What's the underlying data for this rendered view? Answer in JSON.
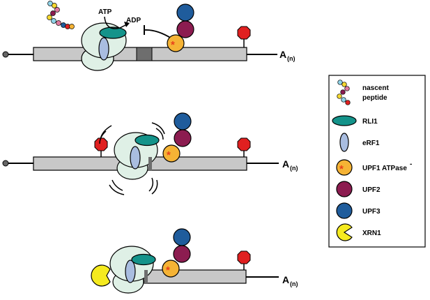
{
  "panel1": {
    "atp_label": "ATP",
    "adp_label": "ADP",
    "polya_label": "A",
    "polya_sub": "(n)"
  },
  "panel2": {
    "polya_label": "A",
    "polya_sub": "(n)"
  },
  "panel3": {
    "polya_label": "A",
    "polya_sub": "(n)"
  },
  "legend": {
    "nascent_peptide_line1": "nascent",
    "nascent_peptide_line2": "peptide",
    "rli1": "RLI1",
    "erf1": "eRF1",
    "upf1": "UPF1 ATPase",
    "upf1_sup": "-",
    "upf2": "UPF2",
    "upf3": "UPF3",
    "xrn1": "XRN1"
  },
  "colors": {
    "mrna_bar": "#c8c8c8",
    "mrna_dark": "#6e6e6e",
    "ribosome": "#dff0e6",
    "rli1": "#14938a",
    "erf1": "#a9bde0",
    "upf1": "#f5b335",
    "upf1_star": "#e8401c",
    "upf2": "#8c1c50",
    "upf3": "#1f5c9c",
    "xrn1": "#f5ea1f",
    "stop": "#e02020"
  },
  "icons": [
    "stop-codon-icon",
    "ribosome-icon",
    "nascent-peptide-icon",
    "pacman-xrn1-icon"
  ]
}
